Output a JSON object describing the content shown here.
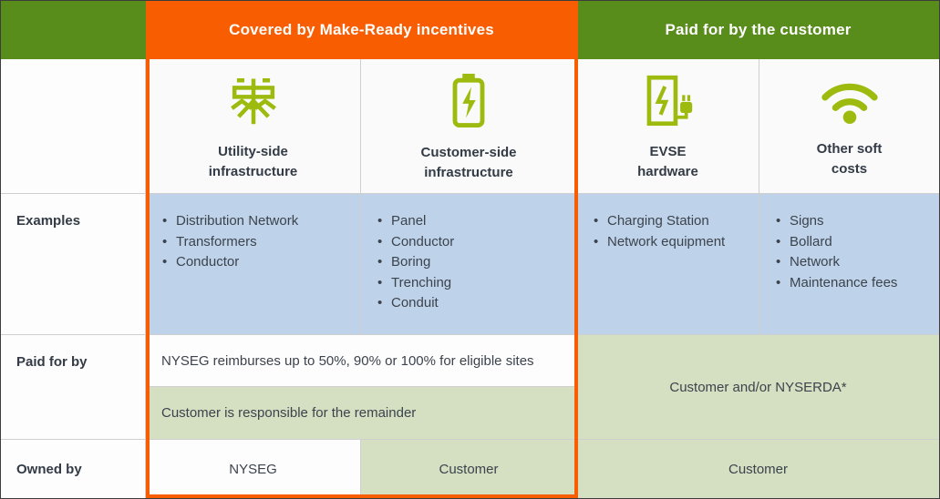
{
  "colors": {
    "header_green": "#588c1b",
    "accent_orange": "#f95d02",
    "icon_green": "#9dbb0f",
    "examples_blue": "#bed3e9",
    "cell_light_green": "#d5dfc1",
    "text_dark": "#3c434d"
  },
  "header": {
    "covered_label": "Covered by Make-Ready incentives",
    "customer_label": "Paid for by the customer"
  },
  "columns": [
    {
      "icon": "utility-pole-icon",
      "label": "Utility-side\ninfrastructure"
    },
    {
      "icon": "battery-charging-icon",
      "label": "Customer-side\ninfrastructure"
    },
    {
      "icon": "evse-charger-icon",
      "label": "EVSE\nhardware"
    },
    {
      "icon": "wifi-icon",
      "label": "Other soft\ncosts"
    }
  ],
  "rows": {
    "examples": {
      "label": "Examples",
      "utility": [
        "Distribution Network",
        "Transformers",
        "Conductor"
      ],
      "customer_side": [
        "Panel",
        "Conductor",
        "Boring",
        "Trenching",
        "Conduit"
      ],
      "evse": [
        "Charging Station",
        "Network equipment"
      ],
      "soft": [
        "Signs",
        "Bollard",
        "Network",
        "Maintenance fees"
      ]
    },
    "paid_for_by": {
      "label": "Paid for by",
      "nyseg_reimburses": "NYSEG reimburses up to 50%, 90% or 100% for eligible sites",
      "customer_remainder": "Customer is responsible for the remainder",
      "customer_nyserda": "Customer and/or NYSERDA*"
    },
    "owned_by": {
      "label": "Owned by",
      "utility": "NYSEG",
      "customer_side": "Customer",
      "right": "Customer"
    }
  }
}
